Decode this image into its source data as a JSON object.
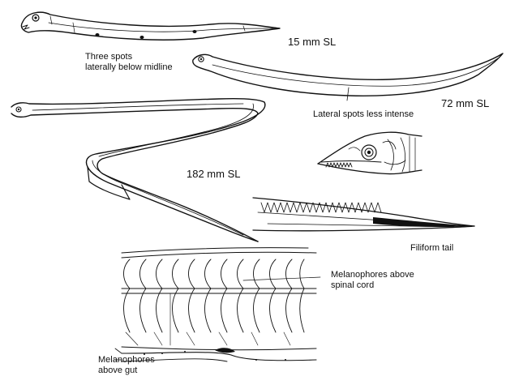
{
  "figure": {
    "colors": {
      "ink": "#111111",
      "paper": "#ffffff"
    },
    "drawings": [
      "larva-15mm",
      "larva-72mm",
      "larva-182mm",
      "head-detail",
      "tail-detail",
      "trunk-segment-detail"
    ]
  },
  "labels": {
    "size_15": "15 mm SL",
    "three_spots_line1": "Three spots",
    "three_spots_line2": "laterally below midline",
    "size_72": "72 mm SL",
    "lateral_spots": "Lateral spots less intense",
    "size_182": "182 mm SL",
    "filiform_tail": "Filiform tail",
    "melanophores_spinal_line1": "Melanophores above",
    "melanophores_spinal_line2": "spinal cord",
    "melanophores_gut_line1": "Melanophores",
    "melanophores_gut_line2": "above gut"
  }
}
